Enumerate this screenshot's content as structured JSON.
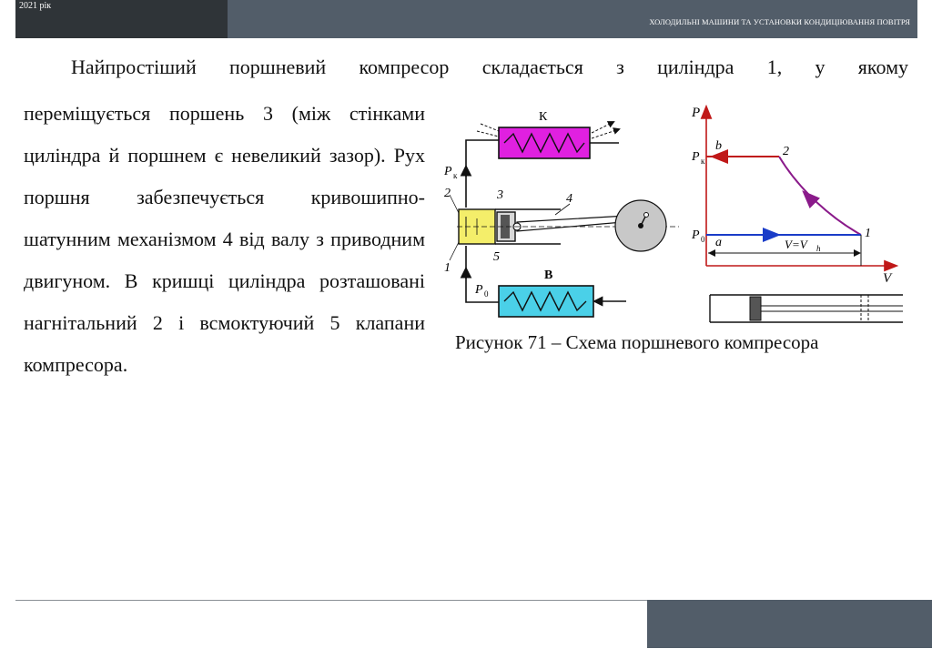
{
  "header": {
    "year": "2021 рік",
    "title": "ХОЛОДИЛЬНІ МАШИНИ ТА УСТАНОВКИ КОНДИЦІЮВАННЯ ПОВІТРЯ"
  },
  "content": {
    "first_line": "Найпростіший поршневий компресор складається з циліндра 1, у якому",
    "body": "переміщується поршень 3 (між стінками циліндра й поршнем є невеликий зазор). Рух поршня забезпечується кривошипно-шатунним механізмом 4 від валу з приводним двигуном. В кришці циліндра розташовані нагнітальний 2 і всмоктуючий 5 клапани компресора."
  },
  "figure": {
    "caption": "Рисунок 71  – Схема поршневого компресора",
    "labels": {
      "condenser": "К",
      "evaporator": "В",
      "p_k": "P",
      "p_k_sub": "к",
      "p_0": "P",
      "p_0_sub": "0",
      "n1": "1",
      "n2": "2",
      "n3": "3",
      "n4": "4",
      "n5": "5",
      "axis_p": "P",
      "axis_v": "V",
      "pt_b": "b",
      "pt_2": "2",
      "pt_a": "a",
      "pt_1": "1",
      "vol": "V=V",
      "vol_sub": "h"
    },
    "colors": {
      "condenser": "#e020e0",
      "evaporator": "#4ad0e8",
      "cylinder_head": "#f4ee6a",
      "crank": "#c8c8c8",
      "axis": "#c01818",
      "upper_line": "#c01818",
      "lower_line": "#1a3cc8",
      "compression_curve": "#8a1a8a"
    }
  }
}
